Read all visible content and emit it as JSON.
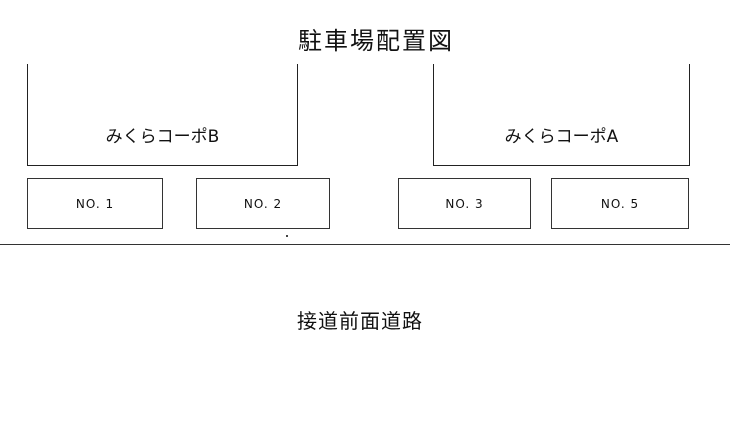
{
  "title": "駐車場配置図",
  "buildings": [
    {
      "label": "みくらコーポB"
    },
    {
      "label": "みくらコーポA"
    }
  ],
  "lots": [
    {
      "label": "NO. 1"
    },
    {
      "label": "NO. 2"
    },
    {
      "label": "NO. 3"
    },
    {
      "label": "NO. 5"
    }
  ],
  "road": {
    "label": "接道前面道路"
  }
}
